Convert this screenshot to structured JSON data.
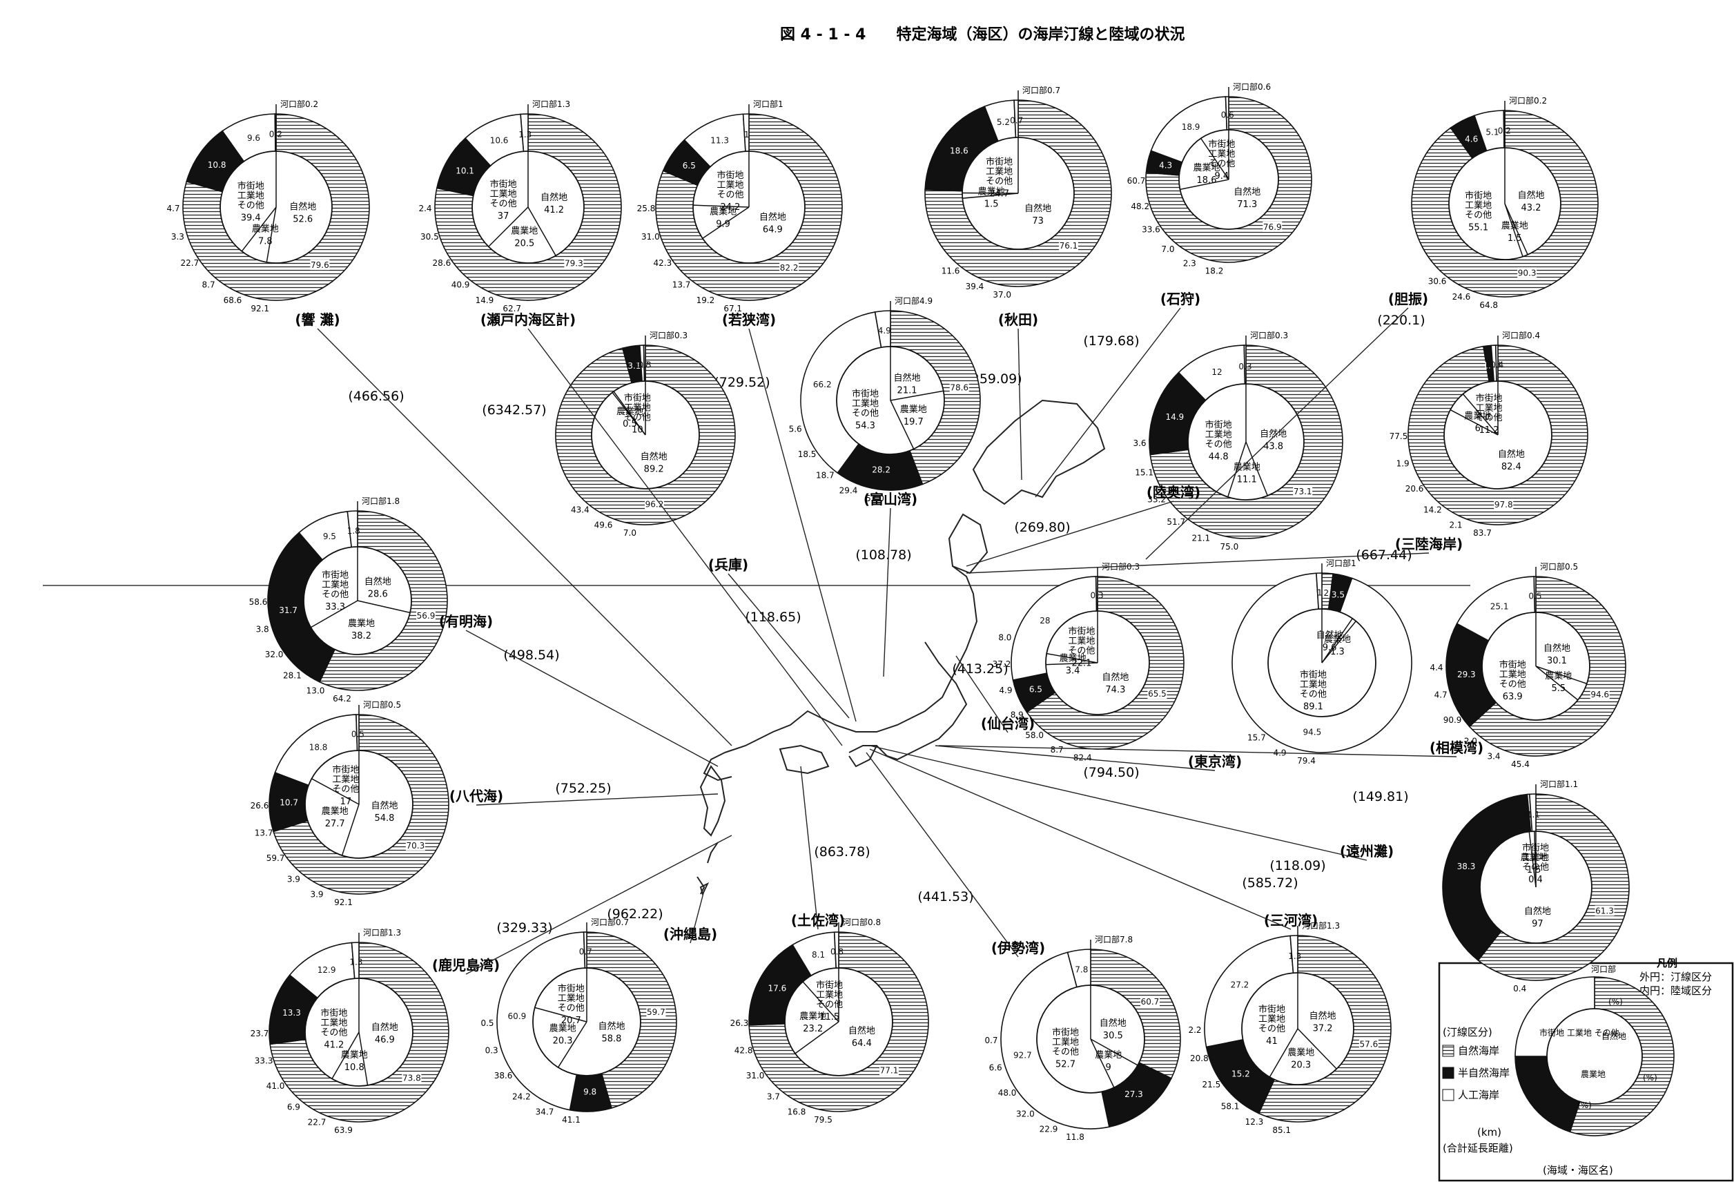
{
  "title": "図 4 - 1 - 4　　特定海域（海区）の海岸汀線と陸域の状況",
  "legend": {
    "title": "凡例",
    "outer": "外円：汀線区分",
    "inner": "内円：陸域区分",
    "shoreline_header": "(汀線区分)",
    "natural_coast": "自然海岸",
    "semi_natural_coast": "半自然海岸",
    "artificial_coast": "人工海岸",
    "river_mouth": "河口部",
    "urban": "市街地 工業地 その他",
    "nature": "自然地",
    "agri": "農業地",
    "pct": "(%)",
    "km_unit": "(km)",
    "total_length": "(合計延長距離)",
    "sea_name": "(海域・海区名)"
  },
  "colors": {
    "natural": "hatched-horizontal",
    "semi": "#111111",
    "artificial": "#ffffff"
  },
  "chart_data": [
    {
      "type": "pie",
      "name": "(響 灘)",
      "total_km": "(466.56)",
      "outer": [
        {
          "cat": "natural",
          "value": 79.6
        },
        {
          "cat": "semi",
          "value": 10.8
        },
        {
          "cat": "artificial",
          "value": 9.6
        },
        {
          "cat": "river",
          "value": 0.2
        }
      ],
      "inner": [
        {
          "cat": "nature",
          "value": 52.6
        },
        {
          "cat": "agri",
          "value": 7.8
        },
        {
          "cat": "urban",
          "value": 39.4
        }
      ],
      "extra_labels": [
        "92.1",
        "68.6",
        "8.7",
        "22.7",
        "3.3",
        "4.7"
      ]
    },
    {
      "type": "pie",
      "name": "(瀬戸内海区計)",
      "total_km": "(6342.57)",
      "outer": [
        {
          "cat": "natural",
          "value": 79.3
        },
        {
          "cat": "semi",
          "value": 10.1
        },
        {
          "cat": "artificial",
          "value": 10.6
        },
        {
          "cat": "river",
          "value": 1.3
        }
      ],
      "inner": [
        {
          "cat": "nature",
          "value": 41.2
        },
        {
          "cat": "agri",
          "value": 20.5
        },
        {
          "cat": "urban",
          "value": 37.0
        }
      ],
      "extra_labels": [
        "62.7",
        "14.9",
        "40.9",
        "28.6",
        "30.5",
        "2.4"
      ]
    },
    {
      "type": "pie",
      "name": "(若狭湾)",
      "total_km": "(729.52)",
      "outer": [
        {
          "cat": "natural",
          "value": 82.2
        },
        {
          "cat": "semi",
          "value": 6.5
        },
        {
          "cat": "artificial",
          "value": 11.3
        },
        {
          "cat": "river",
          "value": 1.0
        }
      ],
      "inner": [
        {
          "cat": "nature",
          "value": 64.9
        },
        {
          "cat": "agri",
          "value": 9.9
        },
        {
          "cat": "urban",
          "value": 24.2
        }
      ],
      "extra_labels": [
        "67.1",
        "19.2",
        "13.7",
        "42.3",
        "31.0",
        "25.8"
      ]
    },
    {
      "type": "pie",
      "name": "(秋田)",
      "total_km": "(259.09)",
      "outer": [
        {
          "cat": "natural",
          "value": 76.1
        },
        {
          "cat": "semi",
          "value": 18.6
        },
        {
          "cat": "artificial",
          "value": 5.2
        },
        {
          "cat": "river",
          "value": 0.7
        }
      ],
      "inner": [
        {
          "cat": "nature",
          "value": 73.0
        },
        {
          "cat": "agri",
          "value": 1.5
        },
        {
          "cat": "urban",
          "value": 24.7
        }
      ],
      "extra_labels": [
        "37.0",
        "39.4",
        "11.6"
      ]
    },
    {
      "type": "pie",
      "name": "(石狩)",
      "total_km": "(179.68)",
      "outer": [
        {
          "cat": "natural",
          "value": 76.9
        },
        {
          "cat": "semi",
          "value": 4.3
        },
        {
          "cat": "artificial",
          "value": 18.9
        },
        {
          "cat": "river",
          "value": 0.6
        }
      ],
      "inner": [
        {
          "cat": "nature",
          "value": 71.3
        },
        {
          "cat": "agri",
          "value": 18.6
        },
        {
          "cat": "urban",
          "value": 9.4
        }
      ],
      "extra_labels": [
        "18.2",
        "2.3",
        "7.0",
        "33.6",
        "48.2",
        "60.7"
      ]
    },
    {
      "type": "pie",
      "name": "(胆振)",
      "total_km": "(220.1)",
      "outer": [
        {
          "cat": "natural",
          "value": 90.3
        },
        {
          "cat": "semi",
          "value": 4.6
        },
        {
          "cat": "artificial",
          "value": 5.1
        },
        {
          "cat": "river",
          "value": 0.2
        }
      ],
      "inner": [
        {
          "cat": "nature",
          "value": 43.2
        },
        {
          "cat": "agri",
          "value": 1.5
        },
        {
          "cat": "urban",
          "value": 55.1
        }
      ],
      "extra_labels": [
        "64.8",
        "24.6",
        "30.6"
      ]
    },
    {
      "type": "pie",
      "name": "(兵庫)",
      "total_km": "(118.65)",
      "outer": [
        {
          "cat": "natural",
          "value": 96.2
        },
        {
          "cat": "semi",
          "value": 3.1
        },
        {
          "cat": "artificial",
          "value": 0.7
        },
        {
          "cat": "river",
          "value": 0.3
        }
      ],
      "inner": [
        {
          "cat": "nature",
          "value": 89.2
        },
        {
          "cat": "agri",
          "value": 0.5
        },
        {
          "cat": "urban",
          "value": 10.0
        }
      ],
      "extra_labels": [
        "7.0",
        "49.6",
        "43.4"
      ]
    },
    {
      "type": "pie",
      "name": "(富山湾)",
      "total_km": "(108.78)",
      "outer": [
        {
          "cat": "natural",
          "value": 78.6
        },
        {
          "cat": "semi",
          "value": 28.2
        },
        {
          "cat": "artificial",
          "value": 66.2
        },
        {
          "cat": "river",
          "value": 4.9
        }
      ],
      "inner": [
        {
          "cat": "nature",
          "value": 21.1
        },
        {
          "cat": "agri",
          "value": 19.7
        },
        {
          "cat": "urban",
          "value": 54.3
        }
      ],
      "extra_labels": [
        "52.0",
        "29.4",
        "18.7",
        "18.5",
        "5.6"
      ]
    },
    {
      "type": "pie",
      "name": "(陸奥湾)",
      "total_km": "(269.80)",
      "outer": [
        {
          "cat": "natural",
          "value": 73.1
        },
        {
          "cat": "semi",
          "value": 14.9
        },
        {
          "cat": "artificial",
          "value": 12.0
        },
        {
          "cat": "river",
          "value": 0.3
        }
      ],
      "inner": [
        {
          "cat": "nature",
          "value": 43.8
        },
        {
          "cat": "agri",
          "value": 11.1
        },
        {
          "cat": "urban",
          "value": 44.8
        }
      ],
      "extra_labels": [
        "75.0",
        "21.1",
        "51.7",
        "33.2",
        "15.1",
        "3.6"
      ]
    },
    {
      "type": "pie",
      "name": "(三陸海岸)",
      "total_km": "(667.44)",
      "outer": [
        {
          "cat": "natural",
          "value": 97.8
        },
        {
          "cat": "semi",
          "value": 1.4
        },
        {
          "cat": "artificial",
          "value": 0.8
        },
        {
          "cat": "river",
          "value": 0.4
        }
      ],
      "inner": [
        {
          "cat": "nature",
          "value": 82.4
        },
        {
          "cat": "agri",
          "value": 6.0
        },
        {
          "cat": "urban",
          "value": 11.2
        }
      ],
      "extra_labels": [
        "83.7",
        "2.1",
        "14.2",
        "20.6",
        "1.9",
        "77.5"
      ]
    },
    {
      "type": "pie",
      "name": "(有明海)",
      "total_km": "(498.54)",
      "outer": [
        {
          "cat": "natural",
          "value": 56.9
        },
        {
          "cat": "semi",
          "value": 31.7
        },
        {
          "cat": "artificial",
          "value": 9.5
        },
        {
          "cat": "river",
          "value": 1.8
        }
      ],
      "inner": [
        {
          "cat": "nature",
          "value": 28.6
        },
        {
          "cat": "agri",
          "value": 38.2
        },
        {
          "cat": "urban",
          "value": 33.3
        }
      ],
      "extra_labels": [
        "64.2",
        "13.0",
        "28.1",
        "32.0",
        "3.8",
        "58.6"
      ]
    },
    {
      "type": "pie",
      "name": "(仙台湾)",
      "total_km": "(413.25)",
      "outer": [
        {
          "cat": "natural",
          "value": 65.5
        },
        {
          "cat": "semi",
          "value": 6.5
        },
        {
          "cat": "artificial",
          "value": 28.0
        },
        {
          "cat": "river",
          "value": 0.3
        }
      ],
      "inner": [
        {
          "cat": "nature",
          "value": 74.3
        },
        {
          "cat": "agri",
          "value": 3.4
        },
        {
          "cat": "urban",
          "value": 22.1
        }
      ],
      "extra_labels": [
        "82.4",
        "8.7",
        "58.0",
        "8.9",
        "4.9",
        "37.2",
        "8.0"
      ]
    },
    {
      "type": "pie",
      "name": "(東京湾)",
      "total_km": "(794.50)",
      "outer": [
        {
          "cat": "natural",
          "value": 2.0
        },
        {
          "cat": "semi",
          "value": 3.5
        },
        {
          "cat": "artificial",
          "value": 94.5
        },
        {
          "cat": "river",
          "value": 1.0
        }
      ],
      "inner": [
        {
          "cat": "nature",
          "value": 9.6
        },
        {
          "cat": "agri",
          "value": 1.3
        },
        {
          "cat": "urban",
          "value": 89.1
        }
      ],
      "extra_labels": [
        "79.4",
        "4.9",
        "15.7"
      ]
    },
    {
      "type": "pie",
      "name": "(相模湾)",
      "total_km": "(149.81)",
      "outer": [
        {
          "cat": "natural",
          "value": 94.6
        },
        {
          "cat": "semi",
          "value": 29.3
        },
        {
          "cat": "artificial",
          "value": 25.1
        },
        {
          "cat": "river",
          "value": 0.5
        }
      ],
      "inner": [
        {
          "cat": "nature",
          "value": 30.1
        },
        {
          "cat": "agri",
          "value": 5.5
        },
        {
          "cat": "urban",
          "value": 63.9
        }
      ],
      "extra_labels": [
        "45.4",
        "3.4",
        "2.0",
        "90.9",
        "4.7",
        "4.4"
      ]
    },
    {
      "type": "pie",
      "name": "(八代海)",
      "total_km": "(752.25)",
      "outer": [
        {
          "cat": "natural",
          "value": 70.3
        },
        {
          "cat": "semi",
          "value": 10.7
        },
        {
          "cat": "artificial",
          "value": 18.8
        },
        {
          "cat": "river",
          "value": 0.5
        }
      ],
      "inner": [
        {
          "cat": "nature",
          "value": 54.8
        },
        {
          "cat": "agri",
          "value": 27.7
        },
        {
          "cat": "urban",
          "value": 17.0
        }
      ],
      "extra_labels": [
        "92.1",
        "3.9",
        "3.9",
        "59.7",
        "13.7",
        "26.6"
      ]
    },
    {
      "type": "pie",
      "name": "(遠州灘)",
      "total_km": "(118.09)",
      "outer": [
        {
          "cat": "natural",
          "value": 61.3
        },
        {
          "cat": "semi",
          "value": 38.3
        },
        {
          "cat": "artificial",
          "value": 0.4
        },
        {
          "cat": "river",
          "value": 1.1
        }
      ],
      "inner": [
        {
          "cat": "nature",
          "value": 97.0
        },
        {
          "cat": "agri",
          "value": 1.5
        },
        {
          "cat": "urban",
          "value": 0.4
        }
      ],
      "extra_labels": [
        "0.4"
      ]
    },
    {
      "type": "pie",
      "name": "(鹿児島湾)",
      "total_km": "(329.33)",
      "outer": [
        {
          "cat": "natural",
          "value": 73.8
        },
        {
          "cat": "semi",
          "value": 13.3
        },
        {
          "cat": "artificial",
          "value": 12.9
        },
        {
          "cat": "river",
          "value": 1.3
        }
      ],
      "inner": [
        {
          "cat": "nature",
          "value": 46.9
        },
        {
          "cat": "agri",
          "value": 10.8
        },
        {
          "cat": "urban",
          "value": 41.2
        }
      ],
      "extra_labels": [
        "63.9",
        "22.7",
        "6.9",
        "41.0",
        "33.3",
        "23.7"
      ]
    },
    {
      "type": "pie",
      "name": "(沖縄島)",
      "total_km": "(962.22)",
      "outer": [
        {
          "cat": "natural",
          "value": 59.7
        },
        {
          "cat": "semi",
          "value": 9.8
        },
        {
          "cat": "artificial",
          "value": 60.9
        },
        {
          "cat": "river",
          "value": 0.7
        }
      ],
      "inner": [
        {
          "cat": "nature",
          "value": 58.8
        },
        {
          "cat": "agri",
          "value": 20.3
        },
        {
          "cat": "urban",
          "value": 20.7
        }
      ],
      "extra_labels": [
        "41.1",
        "34.7",
        "24.2",
        "38.6",
        "0.3",
        "0.5"
      ]
    },
    {
      "type": "pie",
      "name": "(土佐湾)",
      "total_km": "(863.78)",
      "outer": [
        {
          "cat": "natural",
          "value": 77.1
        },
        {
          "cat": "semi",
          "value": 17.6
        },
        {
          "cat": "artificial",
          "value": 8.1
        },
        {
          "cat": "river",
          "value": 0.8
        }
      ],
      "inner": [
        {
          "cat": "nature",
          "value": 64.4
        },
        {
          "cat": "agri",
          "value": 23.2
        },
        {
          "cat": "urban",
          "value": 11.5
        }
      ],
      "extra_labels": [
        "79.5",
        "16.8",
        "3.7",
        "31.0",
        "42.8",
        "26.3"
      ]
    },
    {
      "type": "pie",
      "name": "(伊勢湾)",
      "total_km": "(441.53)",
      "outer": [
        {
          "cat": "natural",
          "value": 60.7
        },
        {
          "cat": "semi",
          "value": 27.3
        },
        {
          "cat": "artificial",
          "value": 92.7
        },
        {
          "cat": "river",
          "value": 7.8
        }
      ],
      "inner": [
        {
          "cat": "nature",
          "value": 30.5
        },
        {
          "cat": "agri",
          "value": 9.0
        },
        {
          "cat": "urban",
          "value": 52.7
        }
      ],
      "extra_labels": [
        "11.8",
        "22.9",
        "32.0",
        "48.0",
        "6.6",
        "0.7"
      ]
    },
    {
      "type": "pie",
      "name": "(三河湾)",
      "total_km": "(585.72)",
      "outer": [
        {
          "cat": "natural",
          "value": 57.6
        },
        {
          "cat": "semi",
          "value": 15.2
        },
        {
          "cat": "artificial",
          "value": 27.2
        },
        {
          "cat": "river",
          "value": 1.3
        }
      ],
      "inner": [
        {
          "cat": "nature",
          "value": 37.2
        },
        {
          "cat": "agri",
          "value": 20.3
        },
        {
          "cat": "urban",
          "value": 41.0
        }
      ],
      "extra_labels": [
        "85.1",
        "12.3",
        "58.1",
        "21.5",
        "20.8",
        "2.2"
      ]
    }
  ]
}
